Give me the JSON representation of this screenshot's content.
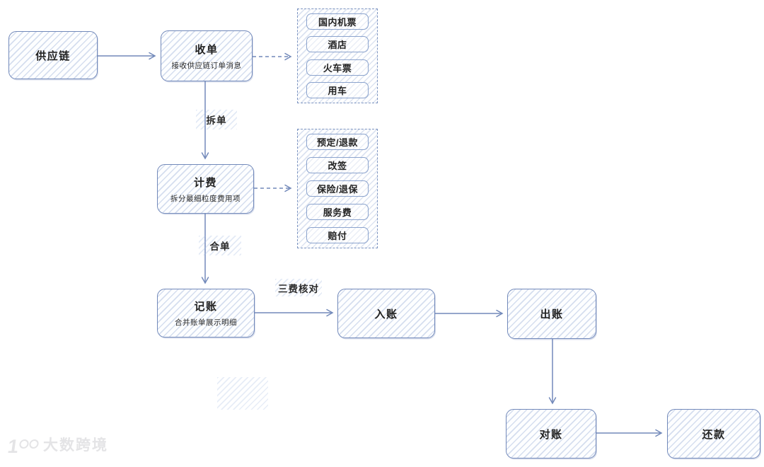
{
  "diagram": {
    "nodes": {
      "supply_chain": {
        "label": "供应链"
      },
      "receive_order": {
        "label": "收单",
        "subtitle": "接收供应链订单消息"
      },
      "billing": {
        "label": "计费",
        "subtitle": "拆分最细粒度费用项"
      },
      "bookkeeping": {
        "label": "记账",
        "subtitle": "合并账单展示明细"
      },
      "credit_in": {
        "label": "入账"
      },
      "pay_out": {
        "label": "出账"
      },
      "reconciliation": {
        "label": "对账"
      },
      "repayment": {
        "label": "还款"
      }
    },
    "edge_labels": {
      "split_order": "拆单",
      "merge_order": "合单",
      "three_fee_check": "三费核对"
    },
    "groups": [
      {
        "name": "order-types",
        "items": [
          "国内机票",
          "酒店",
          "火车票",
          "用车"
        ]
      },
      {
        "name": "fee-types",
        "items": [
          "预定/退款",
          "改签",
          "保险/退保",
          "服务费",
          "赔付"
        ]
      }
    ],
    "colors": {
      "stroke": "#7289ba",
      "hatch_line": "#ccd8ec",
      "text": "#272727",
      "watermark": "#e4e4e6"
    },
    "watermark": {
      "logo": "100",
      "brand": "大数跨境"
    }
  }
}
